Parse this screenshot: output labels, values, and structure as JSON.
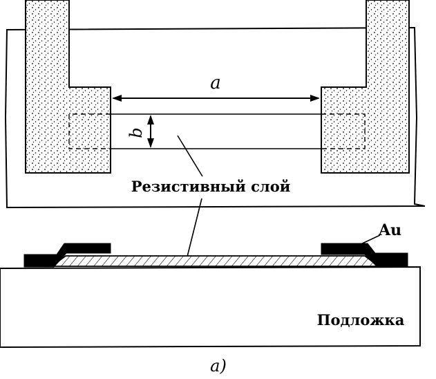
{
  "labels": {
    "dimension_a": "a",
    "dimension_b": "b",
    "resistive_layer": "Резистивный слой",
    "gold": "Au",
    "substrate": "Подложка",
    "figure_caption": "a)"
  },
  "colors": {
    "ink": "#000000",
    "paper": "#ffffff"
  }
}
